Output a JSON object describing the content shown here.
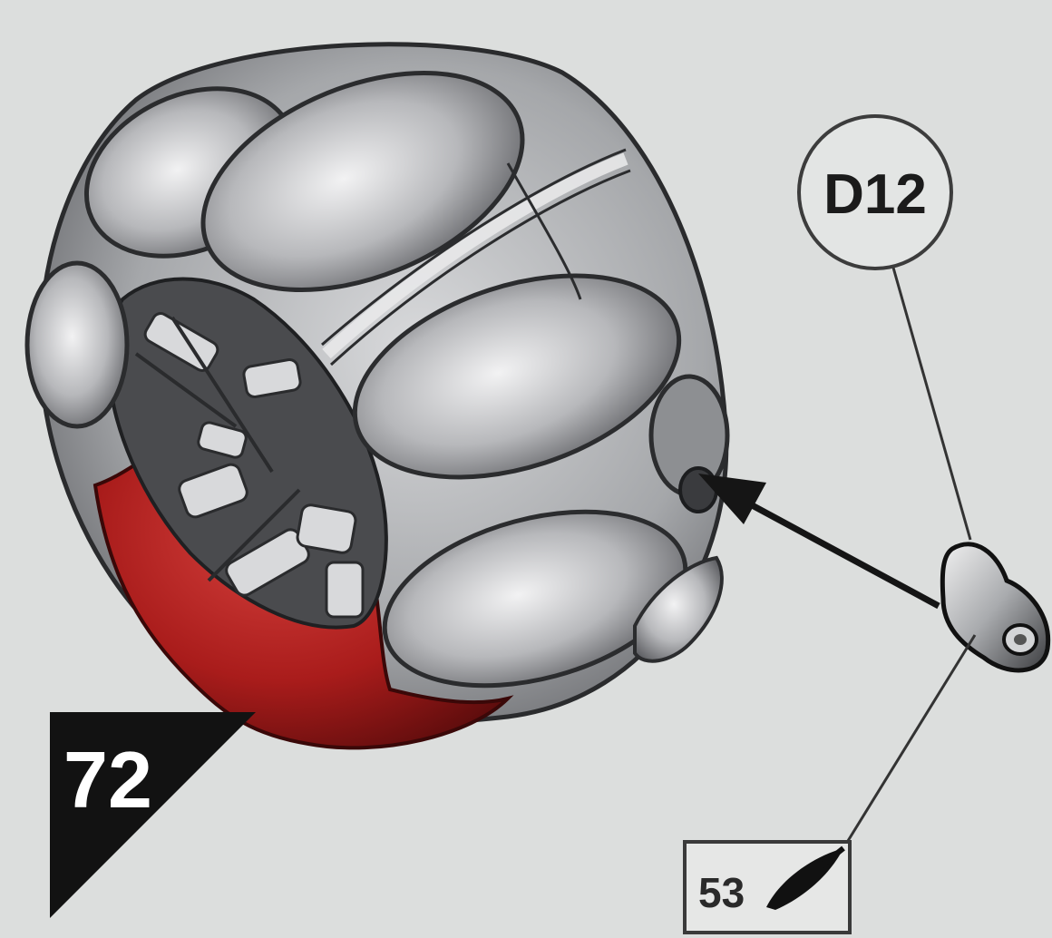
{
  "step": {
    "number": "72"
  },
  "part": {
    "code": "D12"
  },
  "paint": {
    "number": "53",
    "icon": "paintbrush-icon"
  },
  "colors": {
    "background": "#dcdedd",
    "engine_grey": "#9a9c9f",
    "engine_red": "#b0201f",
    "line": "#222222"
  }
}
